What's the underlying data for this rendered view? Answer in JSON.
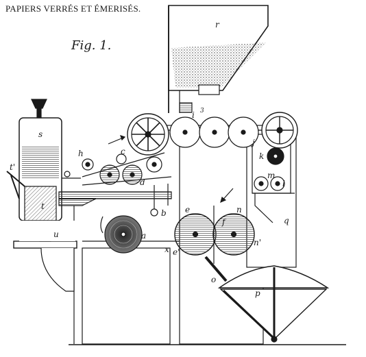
{
  "header": {
    "title": "PAPIERS VERRÉS ET ÉMERISÉS."
  },
  "figure": {
    "caption": "Fig. 1."
  },
  "labels": {
    "r": "r",
    "s": "s",
    "u": "u",
    "t": "t",
    "tprime": "t'",
    "h": "h",
    "a": "a",
    "b": "b",
    "c": "c",
    "d": "d",
    "e": "e",
    "eprime": "e'",
    "n": "n",
    "nprime": "n'",
    "o": "o",
    "p": "p",
    "q": "q",
    "k": "k",
    "m": "m",
    "l": "l",
    "i": "i",
    "j": "j",
    "f": "f",
    "x": "x",
    "n3": "3"
  },
  "colors": {
    "ink": "#1a1a1a",
    "paper": "#ffffff",
    "hatch": "#555555"
  }
}
